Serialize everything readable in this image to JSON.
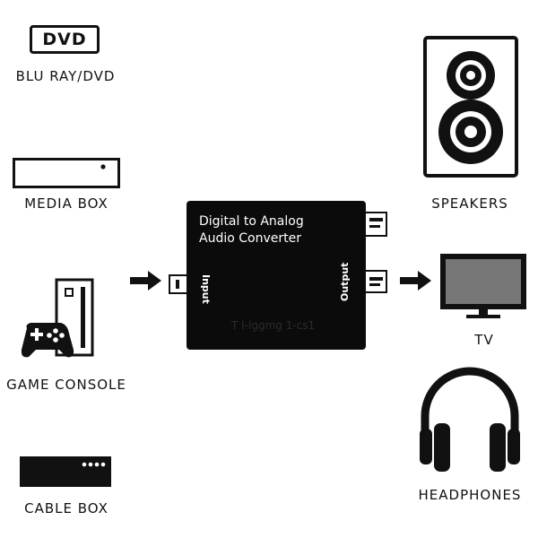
{
  "sources": {
    "dvd": {
      "badge": "DVD",
      "label": "BLU RAY/DVD",
      "icon": "dvd-logo-icon"
    },
    "media_box": {
      "label": "MEDIA BOX",
      "icon": "media-box-icon"
    },
    "game_console": {
      "label": "GAME CONSOLE",
      "icon": "game-console-icon"
    },
    "cable_box": {
      "label": "CABLE BOX",
      "icon": "cable-box-icon"
    }
  },
  "converter": {
    "title_line1": "Digital  to Analog",
    "title_line2": "Audio Converter",
    "input_label": "Input",
    "output_label": "Output",
    "faint_text": "T  I-lggmg 1-cs1"
  },
  "outputs": {
    "speakers": {
      "label": "SPEAKERS",
      "icon": "speaker-icon"
    },
    "tv": {
      "label": "TV",
      "icon": "tv-icon"
    },
    "headphones": {
      "label": "HEADPHONES",
      "icon": "headphones-icon"
    }
  },
  "colors": {
    "ink": "#111111",
    "device": "#0b0b0b",
    "tv_screen": "#777777"
  }
}
